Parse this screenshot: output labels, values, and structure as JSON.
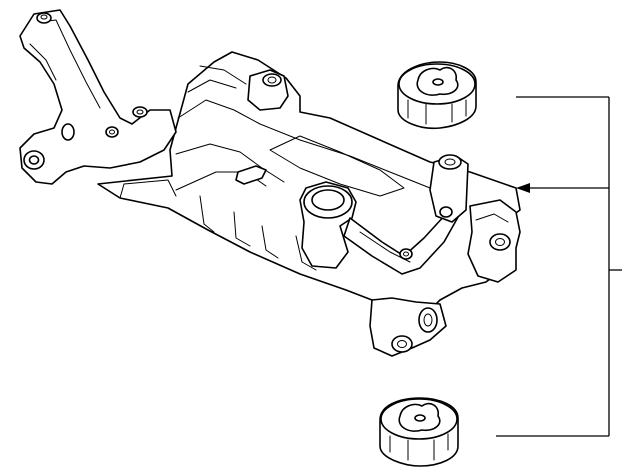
{
  "diagram": {
    "parts": [
      {
        "name": "front-subframe"
      },
      {
        "name": "upper-bushing"
      },
      {
        "name": "lower-bushing"
      }
    ],
    "callouts": []
  }
}
